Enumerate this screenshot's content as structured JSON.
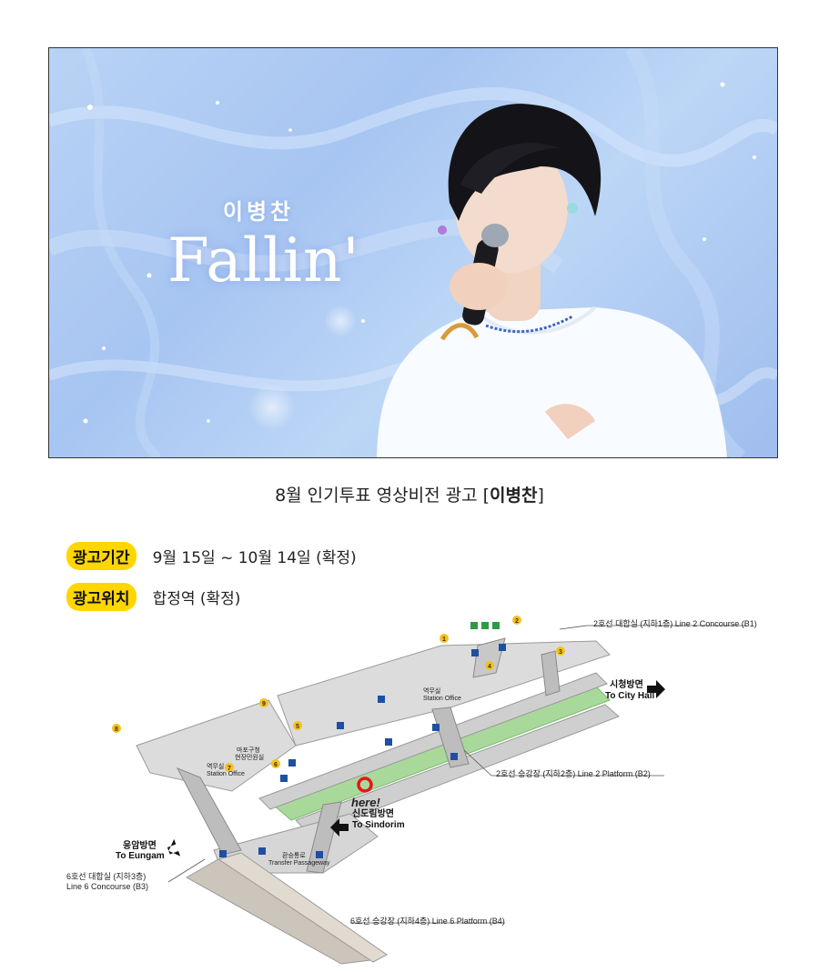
{
  "banner": {
    "artist": "이병찬",
    "song": "Fallin'"
  },
  "caption": {
    "prefix": "8월 인기투표 영상비전 광고 [",
    "artist": "이병찬",
    "suffix": "]"
  },
  "info": [
    {
      "label": "광고기간",
      "value": "9월 15일 ~ 10월 14일 (확정)"
    },
    {
      "label": "광고위치",
      "value": "합정역 (확정)"
    }
  ],
  "map": {
    "line2_concourse": "2호선 대합실 (지하1층) Line 2 Concourse (B1)",
    "line2_platform": "2호선 승강장 (지하2층) Line 2 Platform (B2)",
    "line6_concourse_ko": "6호선 대합실 (지하3층)",
    "line6_concourse_en": "Line 6 Concourse (B3)",
    "line6_platform": "6호선 승강장 (지하4층) Line 6 Platform (B4)",
    "to_city_hall_ko": "시청방면",
    "to_city_hall_en": "To City Hall",
    "to_sindorim_ko": "신도림방면",
    "to_sindorim_en": "To Sindorim",
    "to_eungam_ko": "응암방면",
    "to_eungam_en": "To Eungam",
    "station_office_ko": "역무실",
    "station_office_en": "Station Office",
    "civil_service": "마포구청",
    "civil_service2": "현장민원실",
    "transfer_ko": "환승통로",
    "transfer_en": "Transfer Passageway",
    "here": "here!",
    "exits": [
      "1",
      "2",
      "3",
      "4",
      "5",
      "6",
      "7",
      "8",
      "9"
    ]
  },
  "colors": {
    "highlight": "#ffd600",
    "marker": "#e8141e",
    "platform_green": "#a8d99a"
  }
}
